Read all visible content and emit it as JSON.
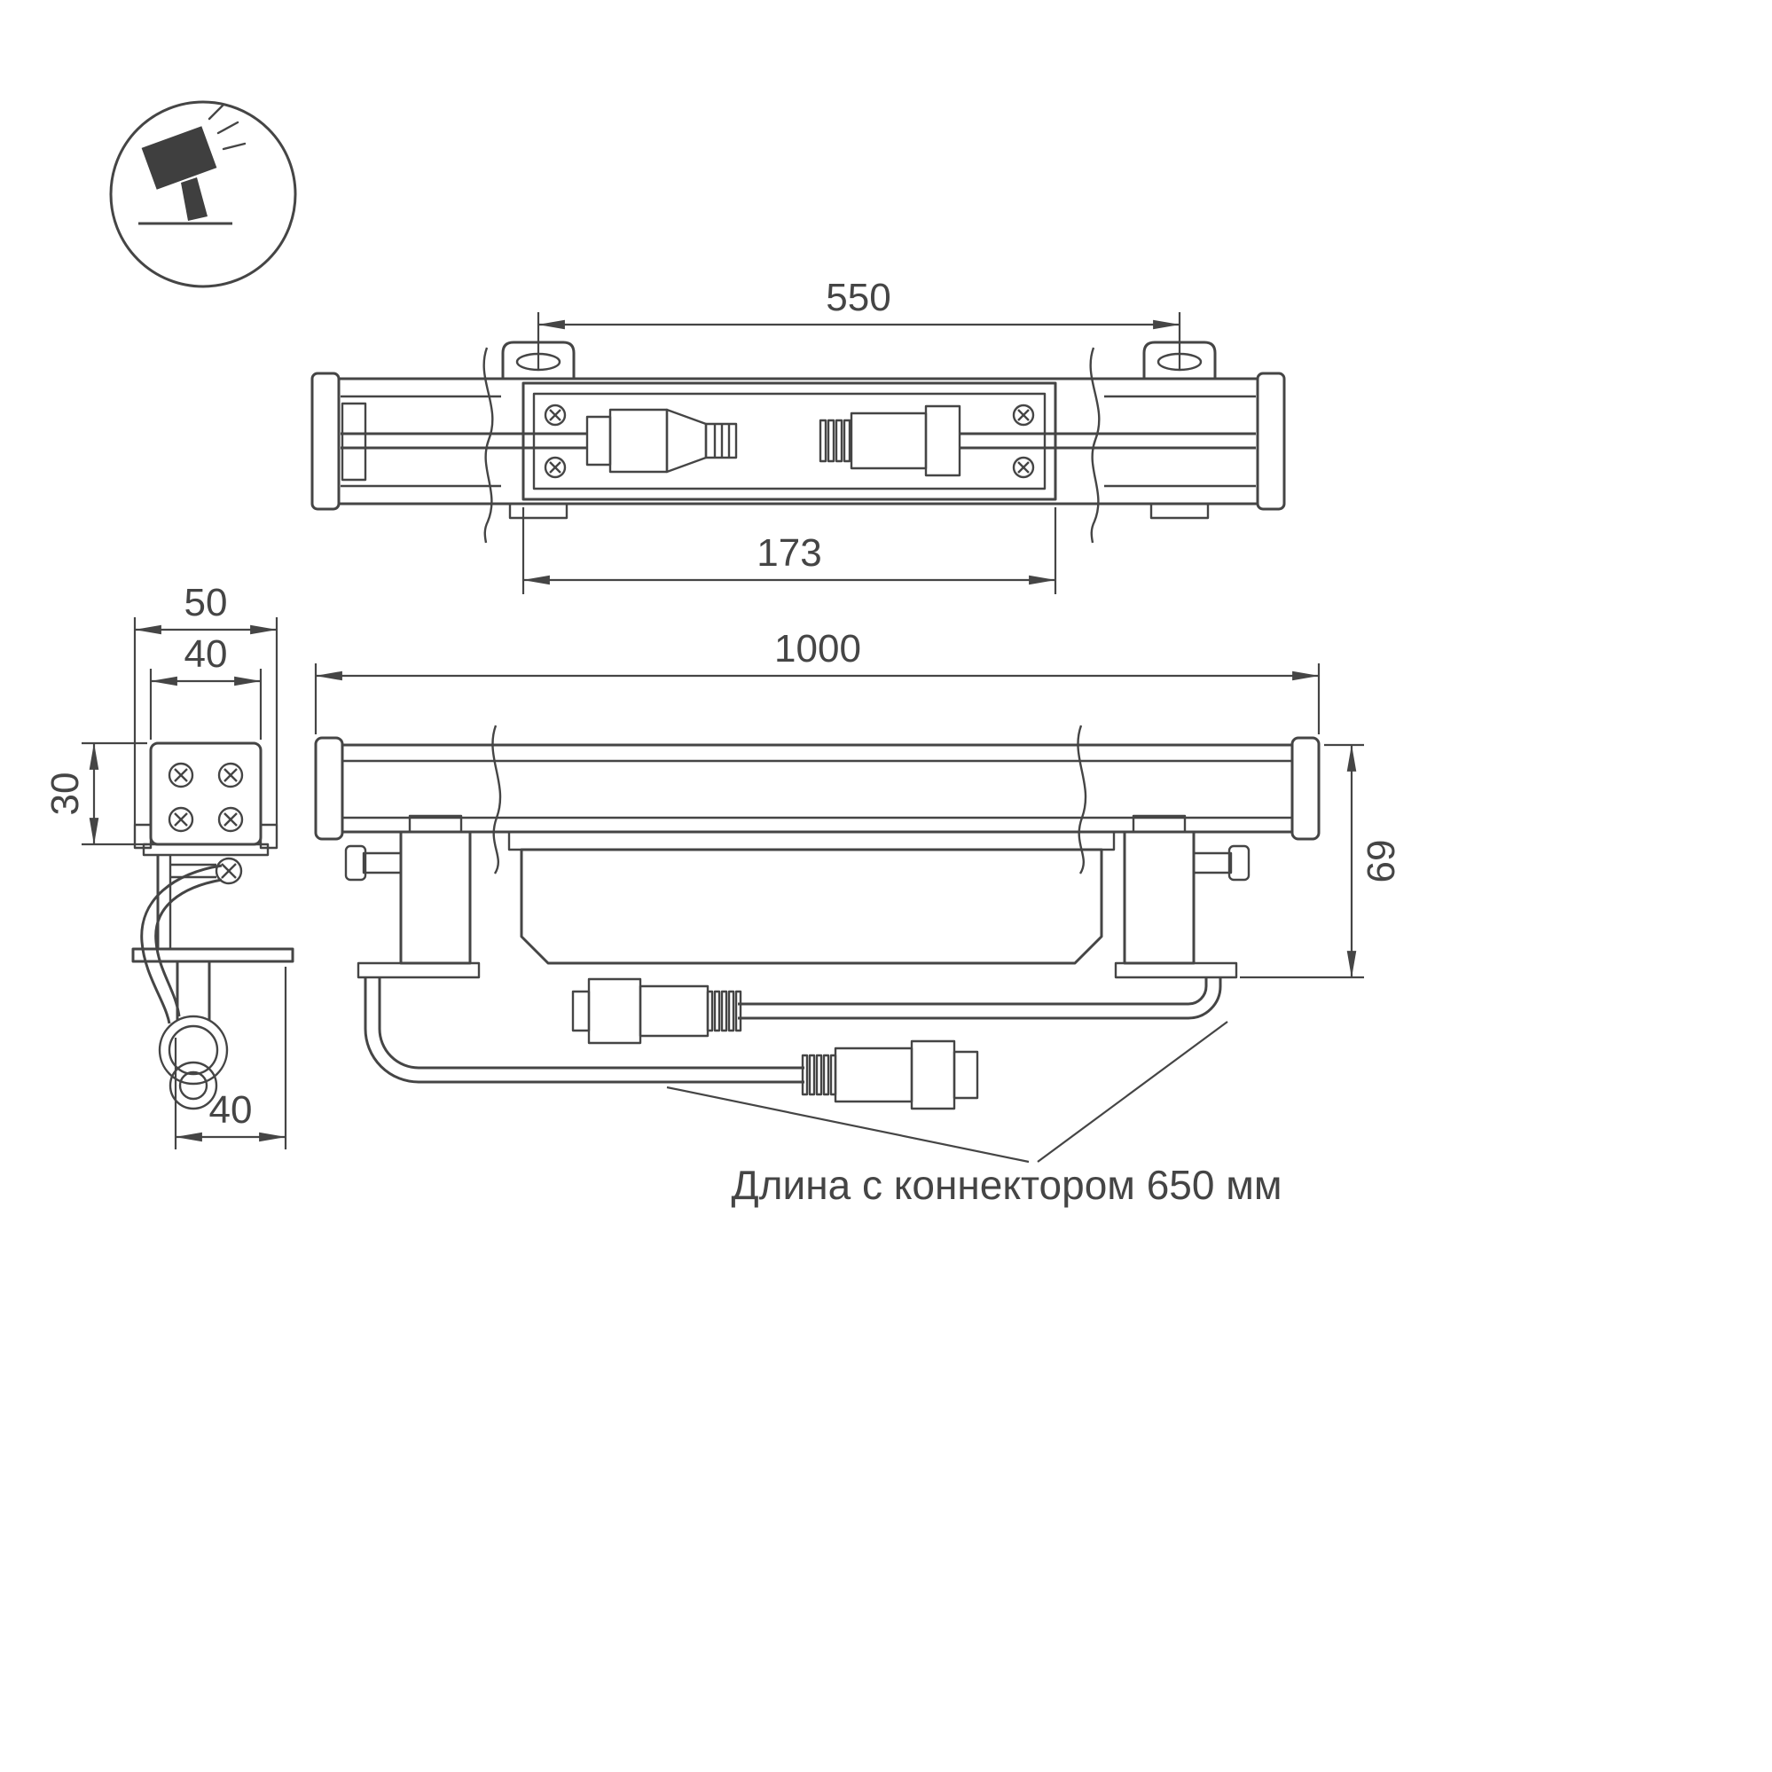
{
  "icon": {
    "name": "tilted-floodlight-icon"
  },
  "dimensions": {
    "top_view": {
      "mount_spacing_mm": "550",
      "body_length_mm": "173"
    },
    "front_view": {
      "overall_length_mm": "1000",
      "height_mm": "69"
    },
    "side_view": {
      "overall_width_mm": "50",
      "body_width_mm": "40",
      "body_height_mm": "30",
      "foot_width_mm": "40"
    }
  },
  "annotation": {
    "cable_note": "Длина с коннектором 650 мм"
  },
  "colors": {
    "line": "#454545",
    "icon_fill": "#3f3f3f",
    "background": "#ffffff"
  }
}
